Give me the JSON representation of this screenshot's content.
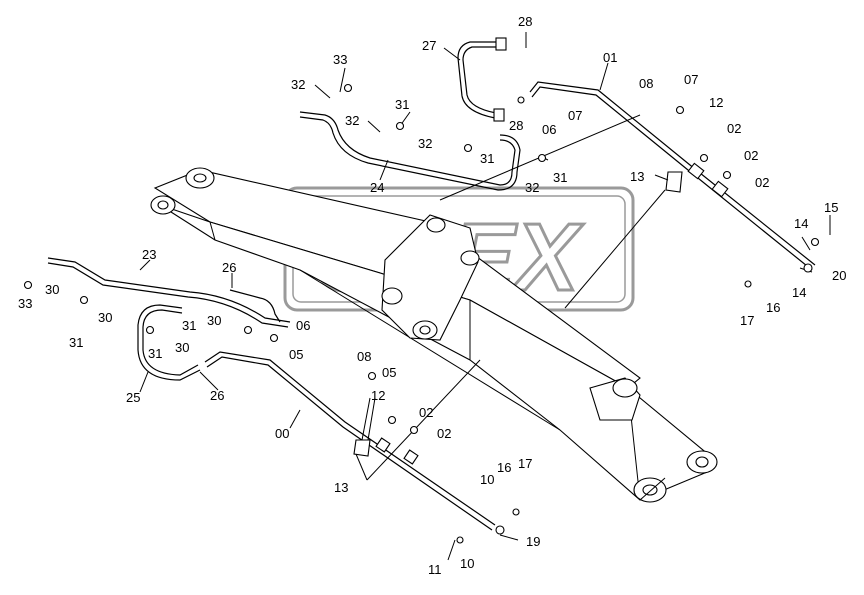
{
  "watermark": {
    "text": "OPEX"
  },
  "labels": [
    {
      "id": "l28a",
      "text": "28"
    },
    {
      "id": "l27",
      "text": "27"
    },
    {
      "id": "l01",
      "text": "01"
    },
    {
      "id": "l33a",
      "text": "33"
    },
    {
      "id": "l32a",
      "text": "32"
    },
    {
      "id": "l31a",
      "text": "31"
    },
    {
      "id": "l32b",
      "text": "32"
    },
    {
      "id": "l28b",
      "text": "28"
    },
    {
      "id": "l06a",
      "text": "06"
    },
    {
      "id": "l07a",
      "text": "07"
    },
    {
      "id": "l08a",
      "text": "08"
    },
    {
      "id": "l07b",
      "text": "07"
    },
    {
      "id": "l12a",
      "text": "12"
    },
    {
      "id": "l02a",
      "text": "02"
    },
    {
      "id": "l02b",
      "text": "02"
    },
    {
      "id": "l02c",
      "text": "02"
    },
    {
      "id": "l32c",
      "text": "32"
    },
    {
      "id": "l31b",
      "text": "31"
    },
    {
      "id": "l32d",
      "text": "32"
    },
    {
      "id": "l31c",
      "text": "31"
    },
    {
      "id": "l24",
      "text": "24"
    },
    {
      "id": "l13a",
      "text": "13"
    },
    {
      "id": "l14a",
      "text": "14"
    },
    {
      "id": "l15",
      "text": "15"
    },
    {
      "id": "l20",
      "text": "20"
    },
    {
      "id": "l14b",
      "text": "14"
    },
    {
      "id": "l16a",
      "text": "16"
    },
    {
      "id": "l17a",
      "text": "17"
    },
    {
      "id": "l23",
      "text": "23"
    },
    {
      "id": "l26a",
      "text": "26"
    },
    {
      "id": "l33b",
      "text": "33"
    },
    {
      "id": "l30a",
      "text": "30"
    },
    {
      "id": "l30b",
      "text": "30"
    },
    {
      "id": "l31d",
      "text": "31"
    },
    {
      "id": "l31e",
      "text": "31"
    },
    {
      "id": "l30c",
      "text": "30"
    },
    {
      "id": "l31f",
      "text": "31"
    },
    {
      "id": "l30d",
      "text": "30"
    },
    {
      "id": "l06b",
      "text": "06"
    },
    {
      "id": "l05a",
      "text": "05"
    },
    {
      "id": "l25",
      "text": "25"
    },
    {
      "id": "l26b",
      "text": "26"
    },
    {
      "id": "l08b",
      "text": "08"
    },
    {
      "id": "l05b",
      "text": "05"
    },
    {
      "id": "l12b",
      "text": "12"
    },
    {
      "id": "l02d",
      "text": "02"
    },
    {
      "id": "l02e",
      "text": "02"
    },
    {
      "id": "l00",
      "text": "00"
    },
    {
      "id": "l13b",
      "text": "13"
    },
    {
      "id": "l10a",
      "text": "10"
    },
    {
      "id": "l16b",
      "text": "16"
    },
    {
      "id": "l17b",
      "text": "17"
    },
    {
      "id": "l19",
      "text": "19"
    },
    {
      "id": "l11",
      "text": "11"
    },
    {
      "id": "l10b",
      "text": "10"
    }
  ]
}
